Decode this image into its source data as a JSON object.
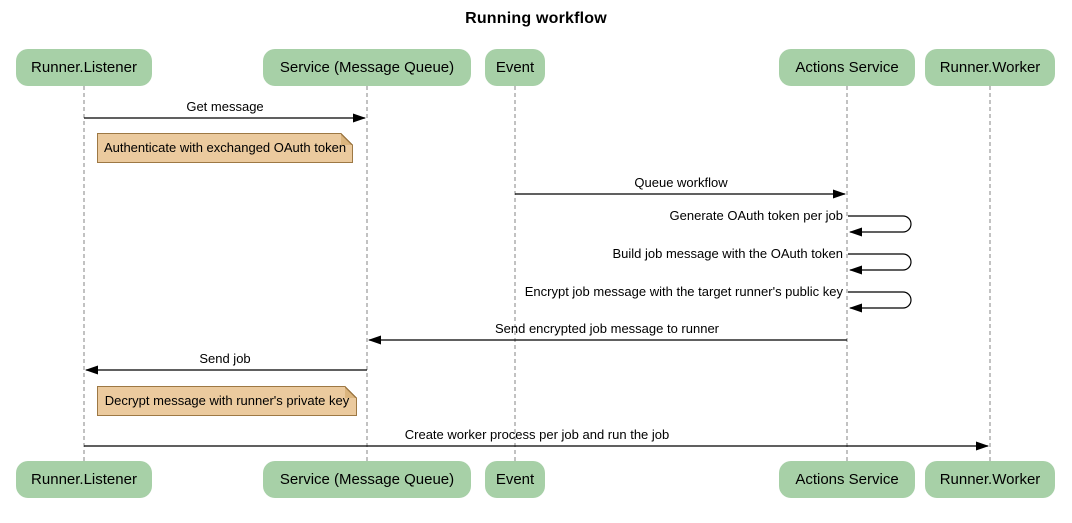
{
  "title": "Running workflow",
  "colors": {
    "participant_fill": "#a7d0a7",
    "note_fill": "#ebca9e",
    "note_border": "#9d7844",
    "lifeline": "#999999",
    "arrow": "#000000"
  },
  "participants": [
    {
      "label": "Runner.Listener"
    },
    {
      "label": "Service (Message Queue)"
    },
    {
      "label": "Event"
    },
    {
      "label": "Actions Service"
    },
    {
      "label": "Runner.Worker"
    }
  ],
  "messages": [
    {
      "from": "Runner.Listener",
      "to": "Service (Message Queue)",
      "kind": "arrow",
      "label": "Get message"
    },
    {
      "from": "Event",
      "to": "Actions Service",
      "kind": "arrow",
      "label": "Queue workflow"
    },
    {
      "from": "Actions Service",
      "to": "Actions Service",
      "kind": "self-loop",
      "label": "Generate OAuth token per job"
    },
    {
      "from": "Actions Service",
      "to": "Actions Service",
      "kind": "self-loop",
      "label": "Build job message with the OAuth token"
    },
    {
      "from": "Actions Service",
      "to": "Actions Service",
      "kind": "self-loop",
      "label": "Encrypt job message with the target runner's public key"
    },
    {
      "from": "Actions Service",
      "to": "Service (Message Queue)",
      "kind": "arrow",
      "label": "Send encrypted job message to runner"
    },
    {
      "from": "Service (Message Queue)",
      "to": "Runner.Listener",
      "kind": "arrow",
      "label": "Send job"
    },
    {
      "from": "Runner.Listener",
      "to": "Runner.Worker",
      "kind": "arrow",
      "label": "Create worker process per job and run the job"
    }
  ],
  "notes": [
    {
      "over": "Runner.Listener",
      "text": "Authenticate with exchanged OAuth token"
    },
    {
      "over": "Runner.Listener",
      "text": "Decrypt message with runner's private key"
    }
  ]
}
